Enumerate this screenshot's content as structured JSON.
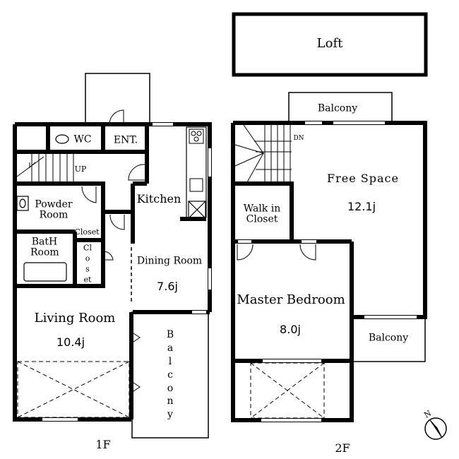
{
  "floor_1": {
    "label": "1F",
    "rooms": {
      "wc": "WC",
      "entrance": "ENT.",
      "stairs_up": "UP",
      "kitchen": "Kitchen",
      "powder_room": "Powder Room",
      "closet_small": "Closet",
      "bath_room": "BatH Room",
      "closet_vertical": "Closet",
      "dining_room": "Dining Room",
      "dining_area": "7.6j",
      "living_room": "Living Room",
      "living_area": "10.4j",
      "balcony": "Balcony"
    }
  },
  "floor_2": {
    "label": "2F",
    "rooms": {
      "loft": "Loft",
      "balcony_top": "Balcony",
      "stairs_down": "DN",
      "free_space": "Free Space",
      "free_space_area": "12.1j",
      "walk_in_closet": "Walk in Closet",
      "master_bedroom": "Master Bedroom",
      "master_bedroom_area": "8.0j",
      "balcony_right": "Balcony"
    }
  },
  "compass": {
    "north": "N"
  }
}
